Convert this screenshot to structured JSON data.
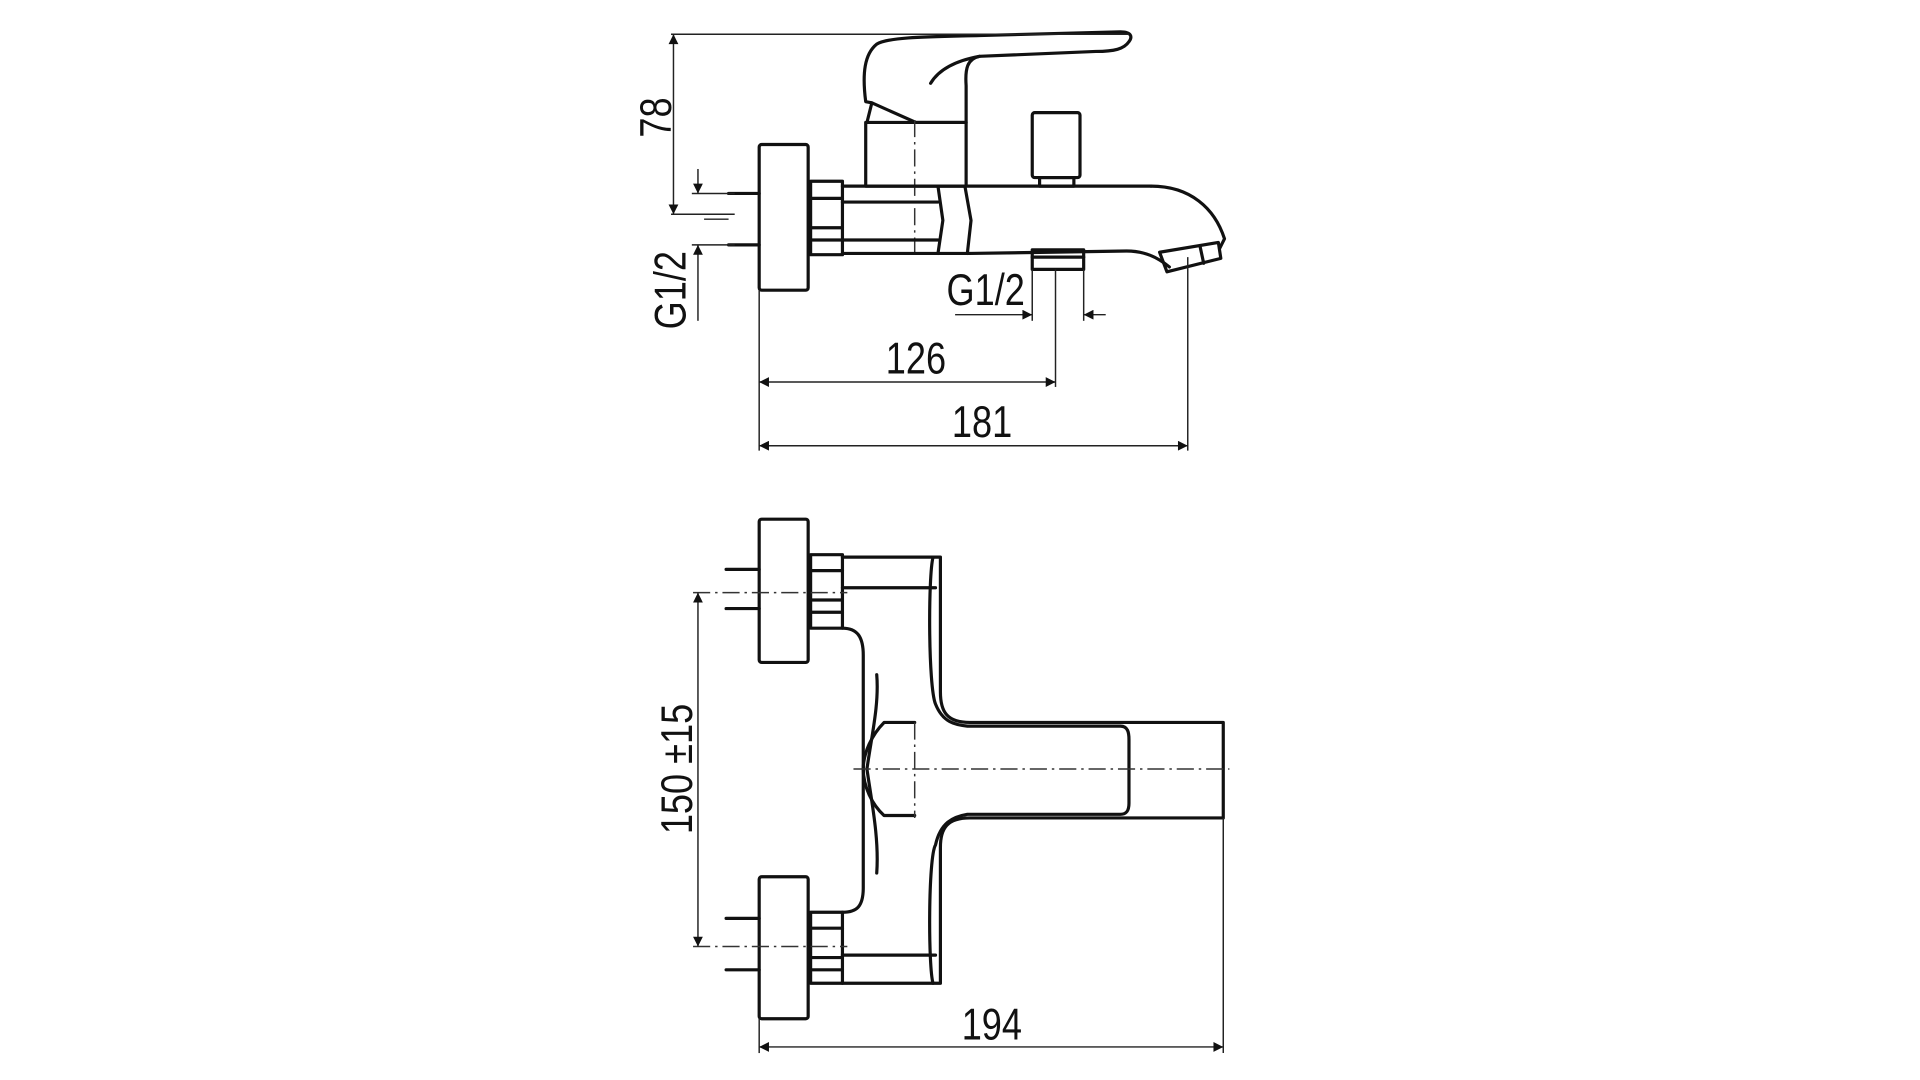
{
  "side_view": {
    "height_dim": "78",
    "inlet_thread": "G1/2",
    "outlet_thread": "G1/2",
    "outlet_distance_dim": "126",
    "overall_length_dim": "181"
  },
  "top_view": {
    "inlet_spacing_dim": "150 ±15",
    "overall_projection_dim": "194"
  },
  "colors": {
    "line": "#111111",
    "background": "#ffffff"
  }
}
